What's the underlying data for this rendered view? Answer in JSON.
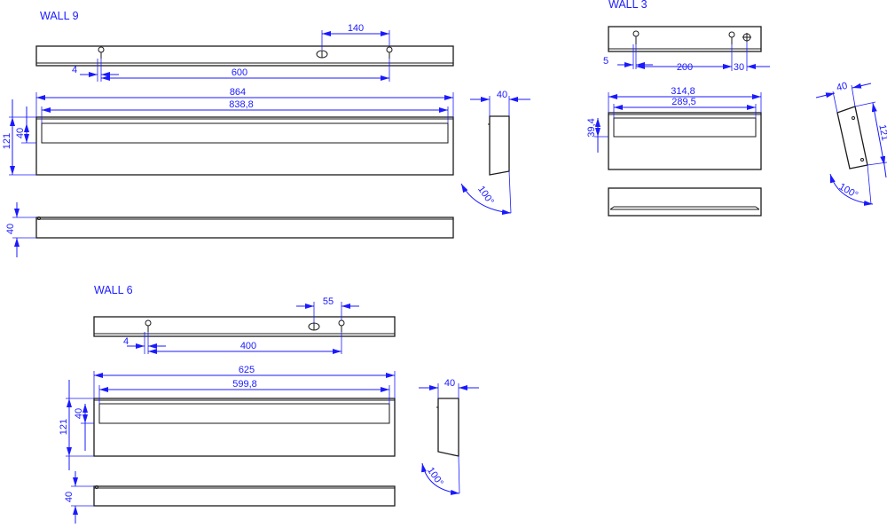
{
  "walls": {
    "wall9": {
      "title": "WALL 9",
      "dims": {
        "hole_spacing_right": "140",
        "edge_offset": "4",
        "hole_spacing": "600",
        "overall_length": "864",
        "inner_length": "838,8",
        "height": "121",
        "inner_height": "40",
        "depth": "40",
        "angle": "100°",
        "bottom_height": "40"
      }
    },
    "wall3": {
      "title": "WALL 3",
      "dims": {
        "edge_offset": "5",
        "hole_spacing": "200",
        "hole_spacing_right": "30",
        "overall_length": "314,8",
        "inner_length": "289,5",
        "inner_height": "39,4",
        "depth": "40",
        "height": "121",
        "angle": "100°"
      }
    },
    "wall6": {
      "title": "WALL 6",
      "dims": {
        "hole_spacing_right": "55",
        "edge_offset": "4",
        "hole_spacing": "400",
        "overall_length": "625",
        "inner_length": "599,8",
        "height": "121",
        "inner_height": "40",
        "depth": "40",
        "angle": "100°",
        "bottom_height": "40"
      }
    }
  },
  "colors": {
    "dimension": "#1a1aff",
    "outline": "#1a1a1a"
  }
}
